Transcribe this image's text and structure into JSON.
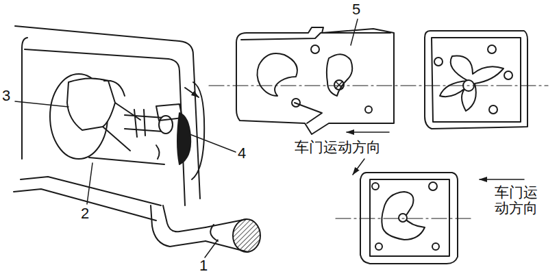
{
  "diagram": {
    "labels": [
      "5",
      "3",
      "4",
      "2",
      "1",
      "车门运动方向",
      "车门运 动方向"
    ]
  }
}
